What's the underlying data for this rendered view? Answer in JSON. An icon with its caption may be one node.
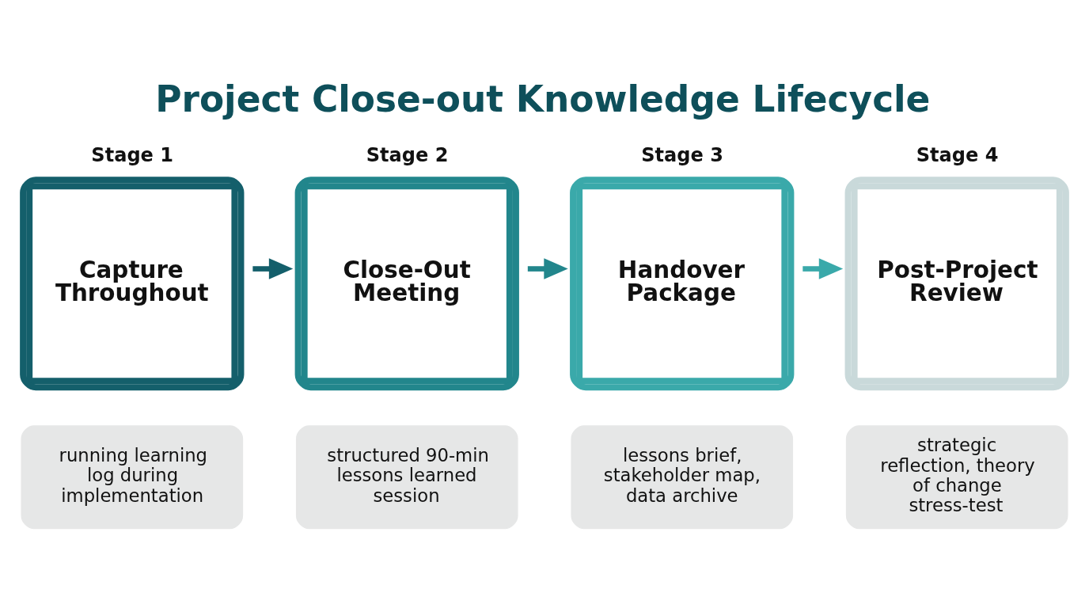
{
  "diagram": {
    "title": "Project Close-out Knowledge Lifecycle",
    "nodes": [
      {
        "text": [
          "Stage 1",
          "Capture Throughout"
        ]
      },
      {
        "text": [
          "Stage 2",
          "Close-Out Meeting"
        ]
      },
      {
        "text": [
          "Stage 3",
          "Handover Package"
        ]
      },
      {
        "text": [
          "Stage 4",
          "Post-Project Review"
        ]
      },
      {
        "text": [
          "running learning log during implementation"
        ]
      },
      {
        "text": [
          "structured 90-min lessons learned session"
        ]
      },
      {
        "text": [
          "lessons brief, stakeholder map, data archive"
        ]
      },
      {
        "text": [
          "strategic reflection, theory of change stress-test"
        ]
      }
    ],
    "edges": [
      {
        "from": 0,
        "to": 1,
        "arrow": "to",
        "color": "#145f6b"
      },
      {
        "from": 1,
        "to": 2,
        "arrow": "to",
        "color": "#22868c"
      },
      {
        "from": 2,
        "to": 3,
        "arrow": "to",
        "color": "#3aa9aa"
      }
    ]
  }
}
